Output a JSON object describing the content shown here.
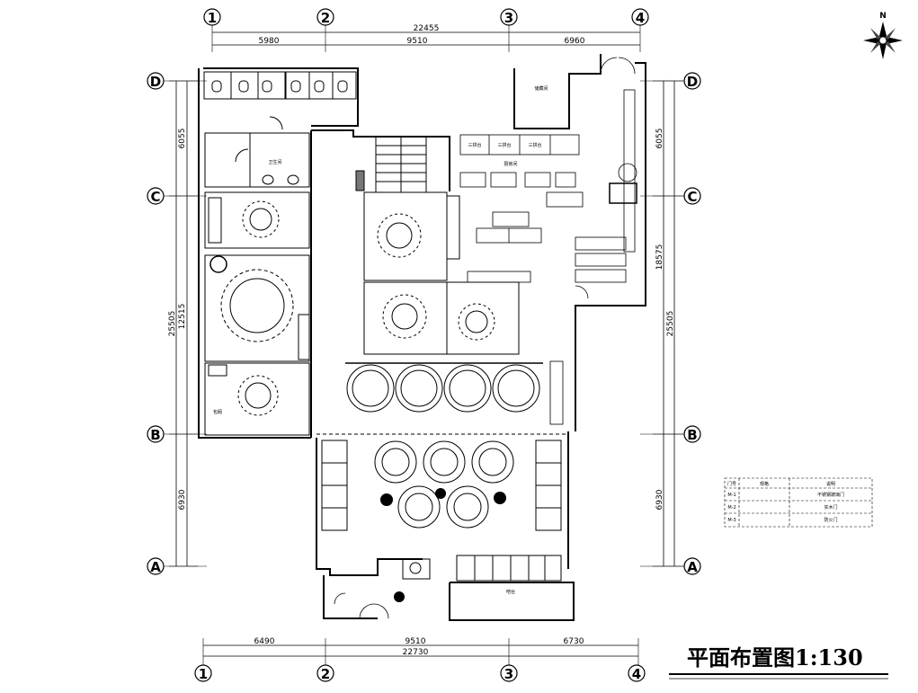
{
  "title": "平面布置图",
  "scale": "1:130",
  "north_label": "N",
  "axes": {
    "columns": [
      "1",
      "2",
      "3",
      "4"
    ],
    "rows": [
      "D",
      "C",
      "B",
      "A"
    ]
  },
  "dimensions": {
    "top_total": "22455",
    "top_segments": [
      "5980",
      "9510",
      "6960"
    ],
    "bottom_total": "22730",
    "bottom_segments": [
      "6490",
      "9510",
      "6730"
    ],
    "left_total": "25505",
    "left_segments": [
      "6055",
      "12515",
      "6930"
    ],
    "right_total": "25505",
    "right_segments": [
      "6055",
      "18575",
      "6930"
    ]
  },
  "rooms": {
    "kitchen_a": "三拼台",
    "kitchen_b": "三拼台",
    "kitchen_c": "三拼台",
    "kitchen_main": "厨房间",
    "washroom": "卫生间",
    "private_room": "包厢",
    "bar": "吧台",
    "storage": "储藏间"
  },
  "legend": {
    "headers": [
      "门号",
      "规格",
      "说明"
    ],
    "rows": [
      [
        "M-1",
        "",
        "不锈钢玻璃门"
      ],
      [
        "M-2",
        "",
        "实木门"
      ],
      [
        "M-3",
        "",
        "防火门"
      ]
    ]
  }
}
